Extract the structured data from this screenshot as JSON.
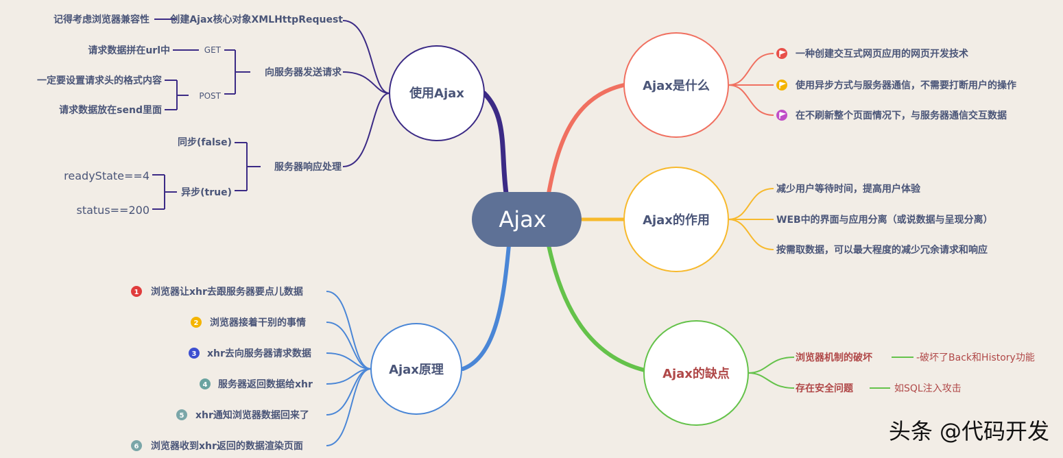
{
  "center": {
    "label": "Ajax"
  },
  "colors": {
    "background": "#f2ede6",
    "center_fill": "#5e7196",
    "use_branch": "#3b2a85",
    "what_branch": "#f07060",
    "role_branch": "#f7b92c",
    "cons_branch": "#64c24a",
    "principle_branch": "#4a86d6",
    "cons_text": "#b04848"
  },
  "topics": {
    "use": {
      "label": "使用Ajax",
      "groups": {
        "create": {
          "label": "创建Ajax核心对象XMLHttpRequest",
          "note": "记得考虑浏览器兼容性"
        },
        "send": {
          "label": "向服务器发送请求",
          "get": {
            "label": "GET",
            "note": "请求数据拼在url中"
          },
          "post": {
            "label": "POST",
            "notes": [
              "一定要设置请求头的格式内容",
              "请求数据放在send里面"
            ]
          }
        },
        "response": {
          "label": "服务器响应处理",
          "sync": "同步(false)",
          "async": {
            "label": "异步(true)",
            "notes": [
              "readyState==4",
              "status==200"
            ]
          }
        }
      }
    },
    "what": {
      "label": "Ajax是什么",
      "items": [
        {
          "icon": "red-flag-icon",
          "color": "#e8504a",
          "text": "一种创建交互式网页应用的网页开发技术"
        },
        {
          "icon": "yellow-flag-icon",
          "color": "#f4b400",
          "text": "使用异步方式与服务器通信，不需要打断用户的操作"
        },
        {
          "icon": "purple-flag-icon",
          "color": "#c04ec8",
          "text": "在不刷新整个页面情况下，与服务器通信交互数据"
        }
      ]
    },
    "role": {
      "label": "Ajax的作用",
      "items": [
        "减少用户等待时间，提高用户体验",
        "WEB中的界面与应用分离（或说数据与呈现分离）",
        "按需取数据，可以最大程度的减少冗余请求和响应"
      ]
    },
    "cons": {
      "label": "Ajax的缺点",
      "items": [
        {
          "label": "浏览器机制的破坏",
          "note": "-破坏了Back和History功能"
        },
        {
          "label": "存在安全问题",
          "note": "如SQL注入攻击"
        }
      ]
    },
    "principle": {
      "label": "Ajax原理",
      "steps": [
        {
          "num": "1",
          "color": "#e03c3c",
          "text": "浏览器让xhr去跟服务器要点儿数据"
        },
        {
          "num": "2",
          "color": "#f4b400",
          "text": "浏览器接着干别的事情"
        },
        {
          "num": "3",
          "color": "#3d4fd0",
          "text": "xhr去向服务器请求数据"
        },
        {
          "num": "4",
          "color": "#6aa3a0",
          "text": "服务器返回数据给xhr"
        },
        {
          "num": "5",
          "color": "#7aa6a8",
          "text": "xhr通知浏览器数据回来了"
        },
        {
          "num": "6",
          "color": "#7aa6a8",
          "text": "浏览器收到xhr返回的数据渲染页面"
        }
      ]
    }
  },
  "watermark": "头条 @代码开发"
}
